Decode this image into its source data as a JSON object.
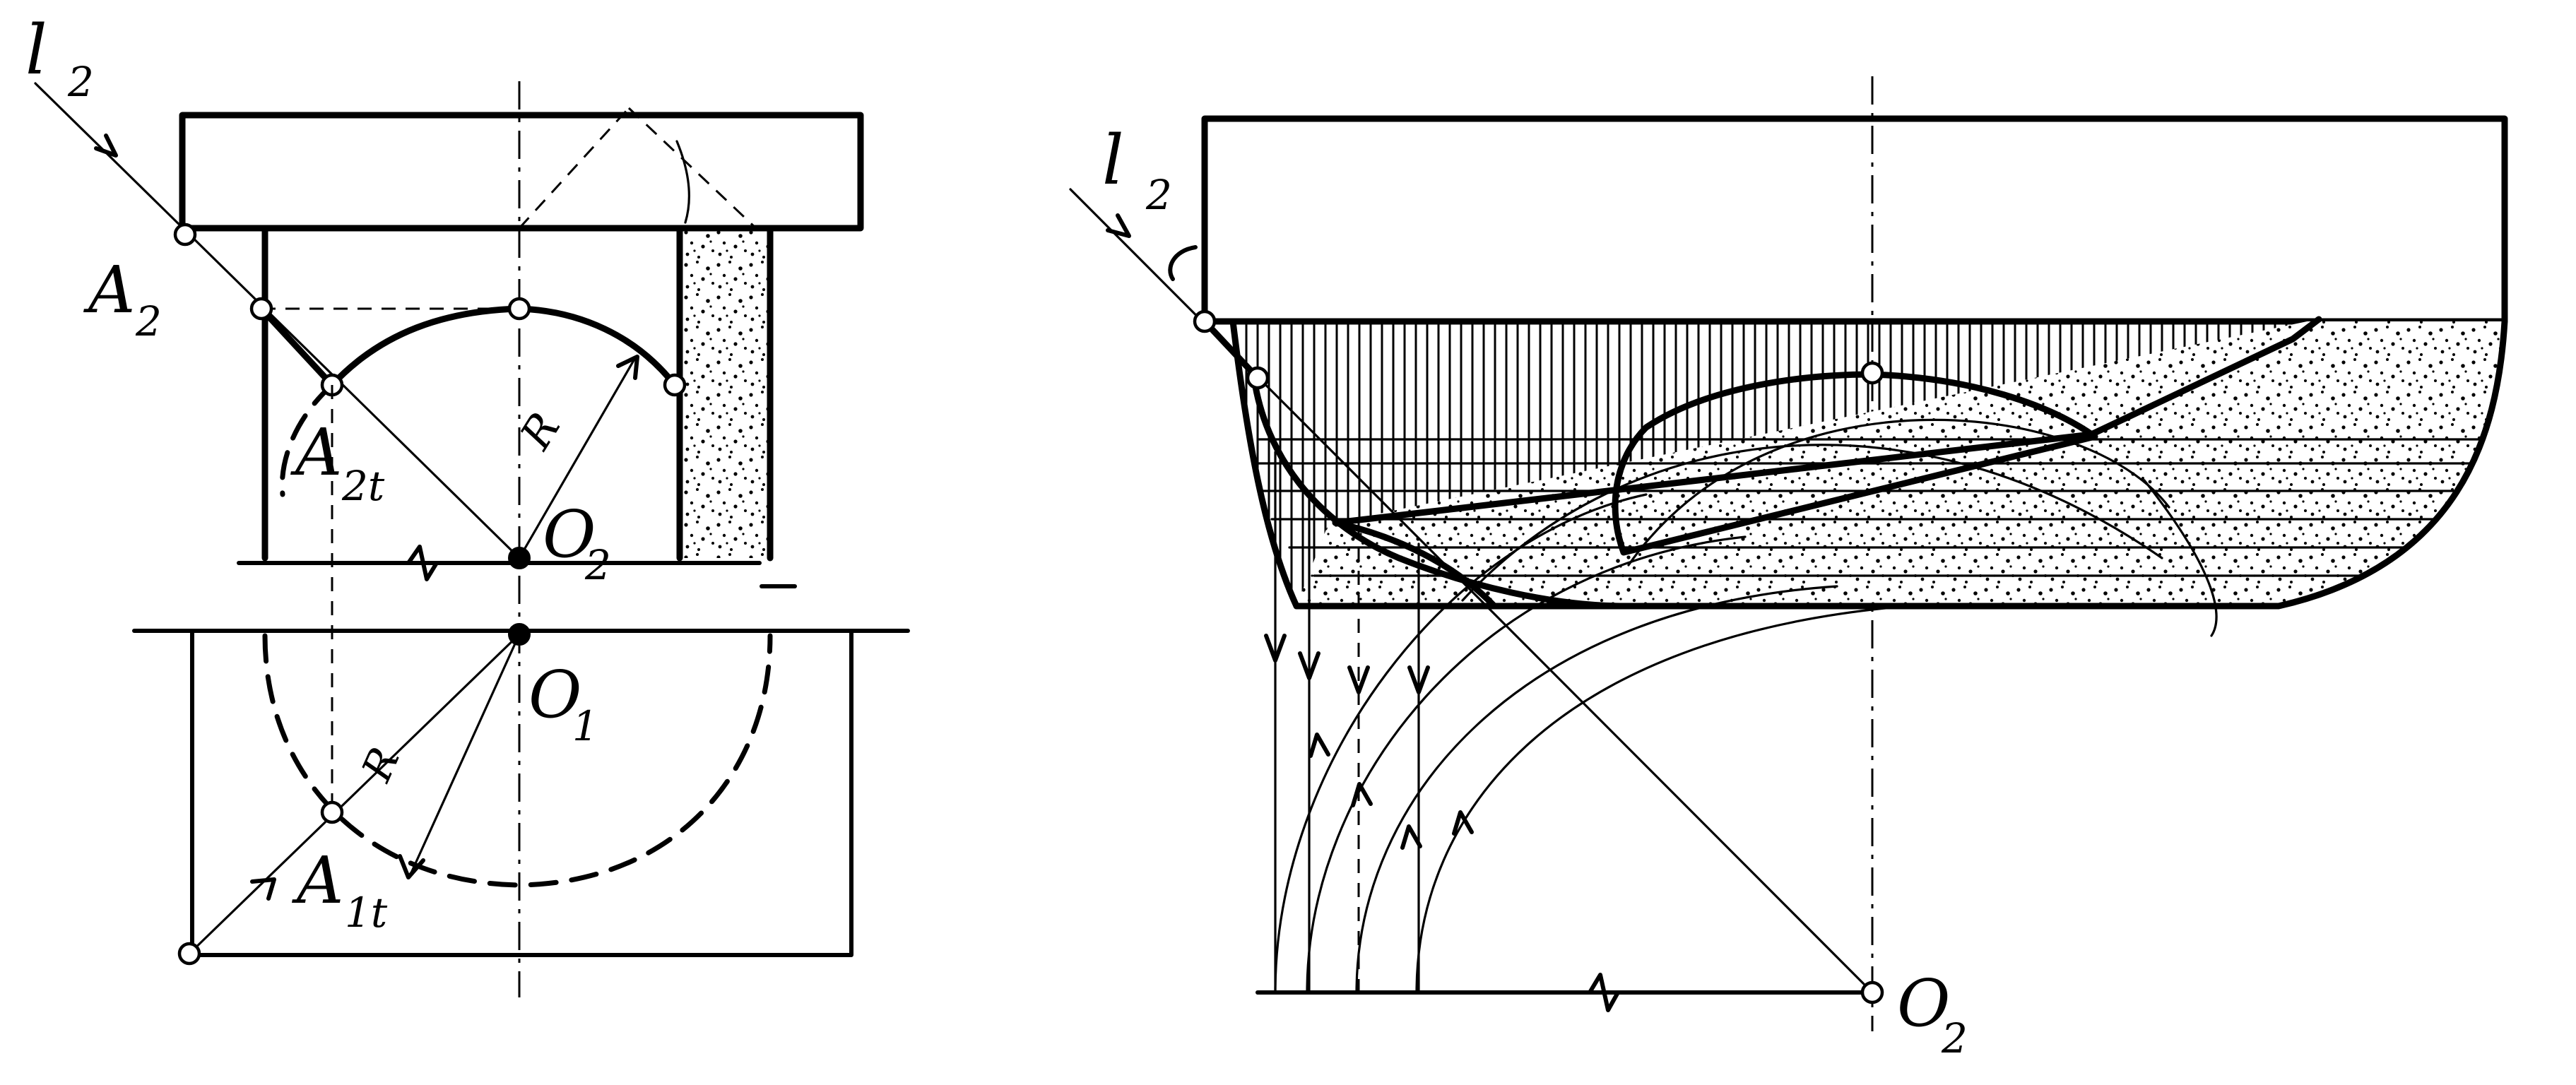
{
  "left_view": {
    "labels": {
      "line": "l",
      "line_sub": "2",
      "point": "A",
      "point_sub": "2",
      "tangent_front": "A",
      "tangent_front_sub": "2t",
      "center_front": "O",
      "center_front_sub": "2",
      "center_top": "O",
      "center_top_sub": "1",
      "tangent_top": "A",
      "tangent_top_sub": "1t",
      "radius_front": "R",
      "radius_top": "R"
    }
  },
  "right_view": {
    "labels": {
      "line": "l",
      "line_sub": "2",
      "center": "O",
      "center_sub": "2"
    }
  }
}
